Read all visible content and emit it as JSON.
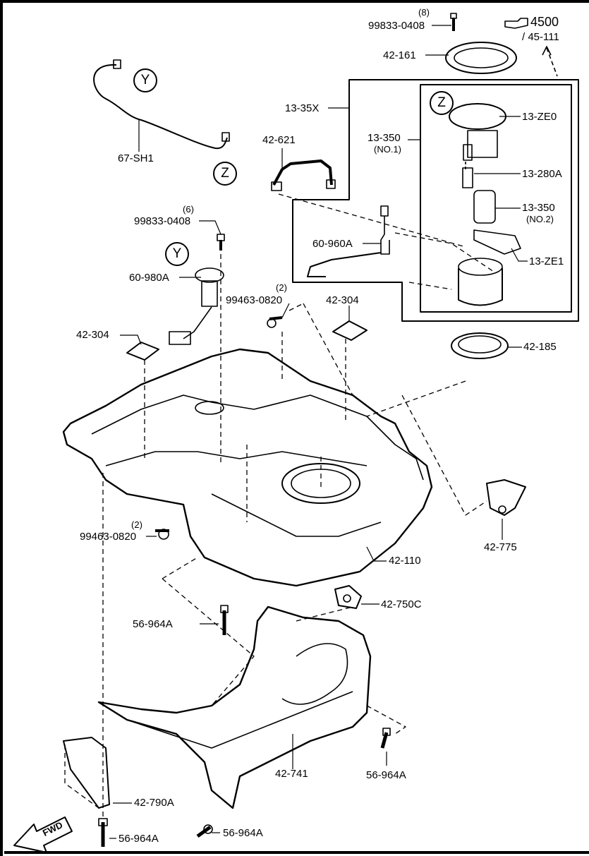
{
  "ref": {
    "number": "4500",
    "page": "/ 45-111"
  },
  "markers": {
    "y": "Y",
    "z": "Z"
  },
  "fwd": "FWD",
  "parts": {
    "p99833_top_qty": "(8)",
    "p99833_top": "99833-0408",
    "p42_161": "42-161",
    "p13_35X": "13-35X",
    "p13_ZE0": "13-ZE0",
    "p13_350": "13-350",
    "p13_350_no1": "(NO.1)",
    "p13_280A": "13-280A",
    "p13_350b": "13-350",
    "p13_350_no2": "(NO.2)",
    "p13_ZE1": "13-ZE1",
    "p67_SH1": "67-SH1",
    "p42_621": "42-621",
    "p99833_mid_qty": "(6)",
    "p99833_mid": "99833-0408",
    "p60_960A": "60-960A",
    "p60_980A": "60-980A",
    "p99463_top_qty": "(2)",
    "p99463_top": "99463-0820",
    "p42_304_r": "42-304",
    "p42_304_l": "42-304",
    "p42_185": "42-185",
    "p42_775": "42-775",
    "p99463_bot_qty": "(2)",
    "p99463_bot": "99463-0820",
    "p42_110": "42-110",
    "p42_750C": "42-750C",
    "p56_964A_1": "56-964A",
    "p56_964A_2": "56-964A",
    "p42_741": "42-741",
    "p42_790A": "42-790A",
    "p56_964A_3": "56-964A",
    "p56_964A_4": "56-964A"
  }
}
